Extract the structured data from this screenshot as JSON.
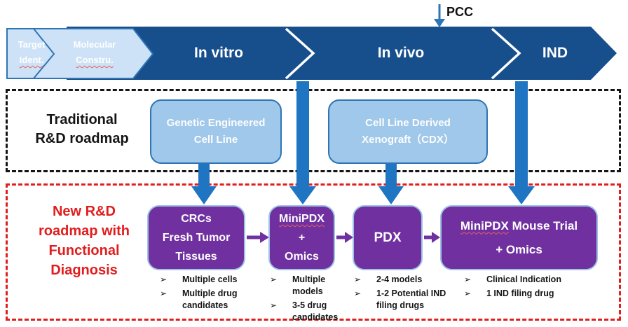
{
  "band": {
    "stage1_line1": "Target",
    "stage1_line2": "Ident.",
    "stage2_line1": "Molecular",
    "stage2_line2": "Constru.",
    "stage3": "In vitro",
    "stage4": "In vivo",
    "stage5": "IND",
    "pcc": "PCC"
  },
  "traditional": {
    "title_line1": "Traditional",
    "title_line2": "R&D roadmap",
    "box1_line1": "Genetic Engineered",
    "box1_line2": "Cell Line",
    "box2_line1": "Cell Line Derived",
    "box2_line2": "Xenograft（CDX）"
  },
  "new_roadmap": {
    "title_line1": "New R&D",
    "title_line2": "roadmap with",
    "title_line3": "Functional",
    "title_line4": "Diagnosis",
    "stage1": {
      "line1": "CRCs",
      "line2": "Fresh Tumor",
      "line3": "Tissues",
      "bullet1": "Multiple cells",
      "bullet2": "Multiple drug candidates"
    },
    "stage2": {
      "line1": "MiniPDX",
      "line2": "+",
      "line3": "Omics",
      "bullet1": "Multiple models",
      "bullet2": "3-5 drug candidates"
    },
    "stage3": {
      "line1": "PDX",
      "bullet1": "2-4 models",
      "bullet2": "1-2 Potential IND filing drugs"
    },
    "stage4": {
      "line1_wavy": "MiniPDX",
      "line1_rest": " Mouse Trial",
      "line2": "+ Omics",
      "bullet1": "Clinical Indication",
      "bullet2": "1 IND filing drug"
    }
  },
  "bullet_marker": "➢",
  "colors": {
    "band_dark_blue": "#174f8c",
    "light_chevron_fill": "#cde2f6",
    "light_box_fill": "#a0c8ea",
    "box_border_blue": "#2e75b6",
    "purple": "#7030a0",
    "arrow_blue": "#2075c3",
    "red_accent": "#e11d1d"
  }
}
